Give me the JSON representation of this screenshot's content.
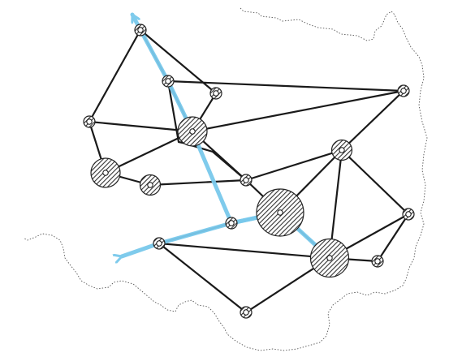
{
  "map": {
    "colors": {
      "background": "#ffffff",
      "edge": "#1a1a1a",
      "route": "#79c9ec",
      "boundary": "#555555",
      "node_fill": "#ffffff",
      "hatch": "#333333"
    },
    "nodes": [
      {
        "id": "n1",
        "weight": 1
      },
      {
        "id": "n2",
        "weight": 1
      },
      {
        "id": "n3",
        "weight": 1
      },
      {
        "id": "n4",
        "weight": 1
      },
      {
        "id": "n5",
        "weight": 1
      },
      {
        "id": "n6",
        "weight": 3
      },
      {
        "id": "n7",
        "weight": 3
      },
      {
        "id": "n8",
        "weight": 2
      },
      {
        "id": "n9",
        "weight": 2
      },
      {
        "id": "n10",
        "weight": 1
      },
      {
        "id": "n11",
        "weight": 1
      },
      {
        "id": "n12",
        "weight": 5
      },
      {
        "id": "n13",
        "weight": 1
      },
      {
        "id": "n14",
        "weight": 1
      },
      {
        "id": "n15",
        "weight": 4
      },
      {
        "id": "n16",
        "weight": 1
      },
      {
        "id": "n17",
        "weight": 1
      }
    ],
    "edges": [
      [
        "n1",
        "n4"
      ],
      [
        "n1",
        "n2"
      ],
      [
        "n1",
        "n3"
      ],
      [
        "n2",
        "n5"
      ],
      [
        "n2",
        "n6"
      ],
      [
        "n3",
        "n6"
      ],
      [
        "n5",
        "n6"
      ],
      [
        "n5",
        "n8"
      ],
      [
        "n6",
        "n7"
      ],
      [
        "n4",
        "n6"
      ],
      [
        "n4",
        "n7"
      ],
      [
        "n7",
        "n9"
      ],
      [
        "n6",
        "n10"
      ],
      [
        "n9",
        "n10"
      ],
      [
        "n8",
        "n10"
      ],
      [
        "n10",
        "n12"
      ],
      [
        "n12",
        "n8"
      ],
      [
        "n8",
        "n15"
      ],
      [
        "n8",
        "n14"
      ],
      [
        "n11",
        "n12"
      ],
      [
        "n11",
        "n13"
      ],
      [
        "n13",
        "n17"
      ],
      [
        "n12",
        "n15"
      ],
      [
        "n13",
        "n15"
      ],
      [
        "n15",
        "n17"
      ],
      [
        "n15",
        "n16"
      ],
      [
        "n14",
        "n16"
      ],
      [
        "n14",
        "n15"
      ],
      [
        "n2",
        "n10"
      ]
    ],
    "routes": [
      {
        "id": "route-1",
        "path": [
          "n1",
          "n2",
          "n6",
          "n11",
          "n12",
          "n15"
        ]
      },
      {
        "id": "route-2",
        "path": [
          "n12",
          "n11",
          "n13"
        ]
      }
    ]
  }
}
